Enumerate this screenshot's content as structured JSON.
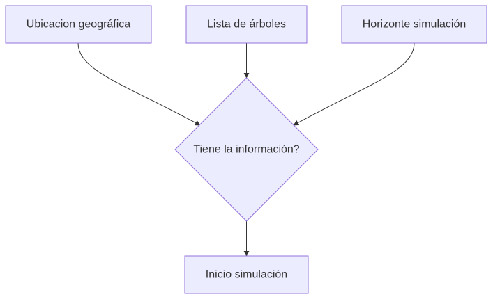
{
  "diagram": {
    "type": "flowchart",
    "direction": "top-down",
    "colors": {
      "node_fill": "#ECECFF",
      "node_border": "#9370DB",
      "edge": "#333333",
      "text": "#333333",
      "background": "#FFFFFF"
    },
    "nodes": {
      "ubicacion": {
        "label": "Ubicacion geográfica",
        "shape": "rectangle"
      },
      "arboles": {
        "label": "Lista de árboles",
        "shape": "rectangle"
      },
      "horizonte": {
        "label": "Horizonte simulación",
        "shape": "rectangle"
      },
      "decision": {
        "label": "Tiene la información?",
        "shape": "diamond"
      },
      "inicio": {
        "label": "Inicio simulación",
        "shape": "rectangle"
      }
    },
    "edges": [
      {
        "from": "ubicacion",
        "to": "decision"
      },
      {
        "from": "arboles",
        "to": "decision"
      },
      {
        "from": "horizonte",
        "to": "decision"
      },
      {
        "from": "decision",
        "to": "inicio"
      }
    ]
  }
}
